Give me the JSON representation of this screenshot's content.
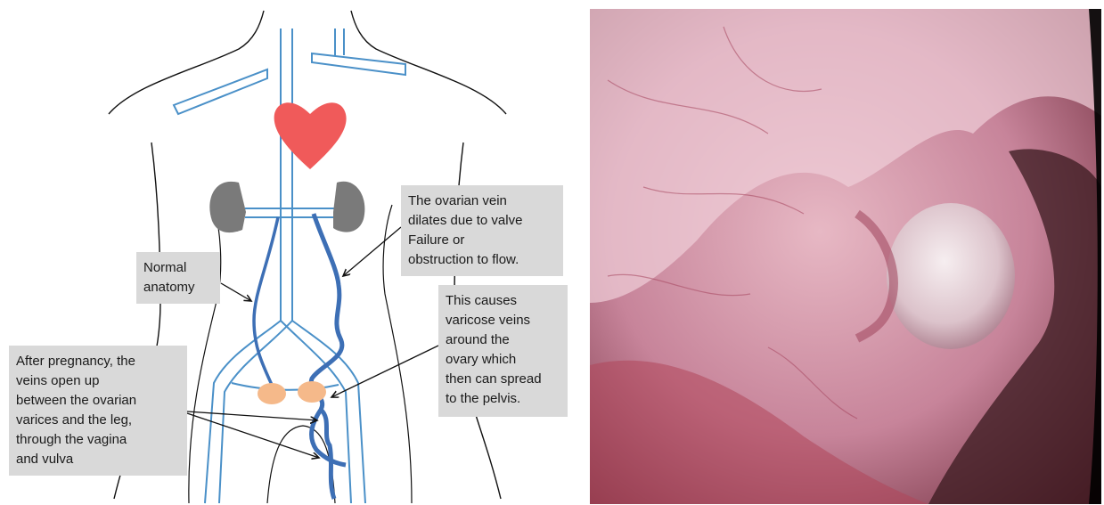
{
  "callouts": {
    "normal": [
      "Normal",
      "anatomy"
    ],
    "ovarian_vein": [
      "The ovarian vein",
      "dilates due  to valve",
      "Failure or",
      "obstruction to flow."
    ],
    "varicose": [
      "This causes",
      "varicose veins",
      "around the",
      "ovary which",
      "then can spread",
      "to the pelvis."
    ],
    "pregnancy": [
      "After pregnancy, the",
      "veins open up",
      "between the ovarian",
      "varices and the leg,",
      "through the vagina",
      "and vulva"
    ]
  },
  "colors": {
    "vein_outline": "#4a90c8",
    "dilated_vein": "#3d6fb5",
    "heart": "#f05a5a",
    "kidney": "#7a7a7a",
    "ovary": "#f5b98a",
    "callout_bg": "#d9d9d9"
  }
}
